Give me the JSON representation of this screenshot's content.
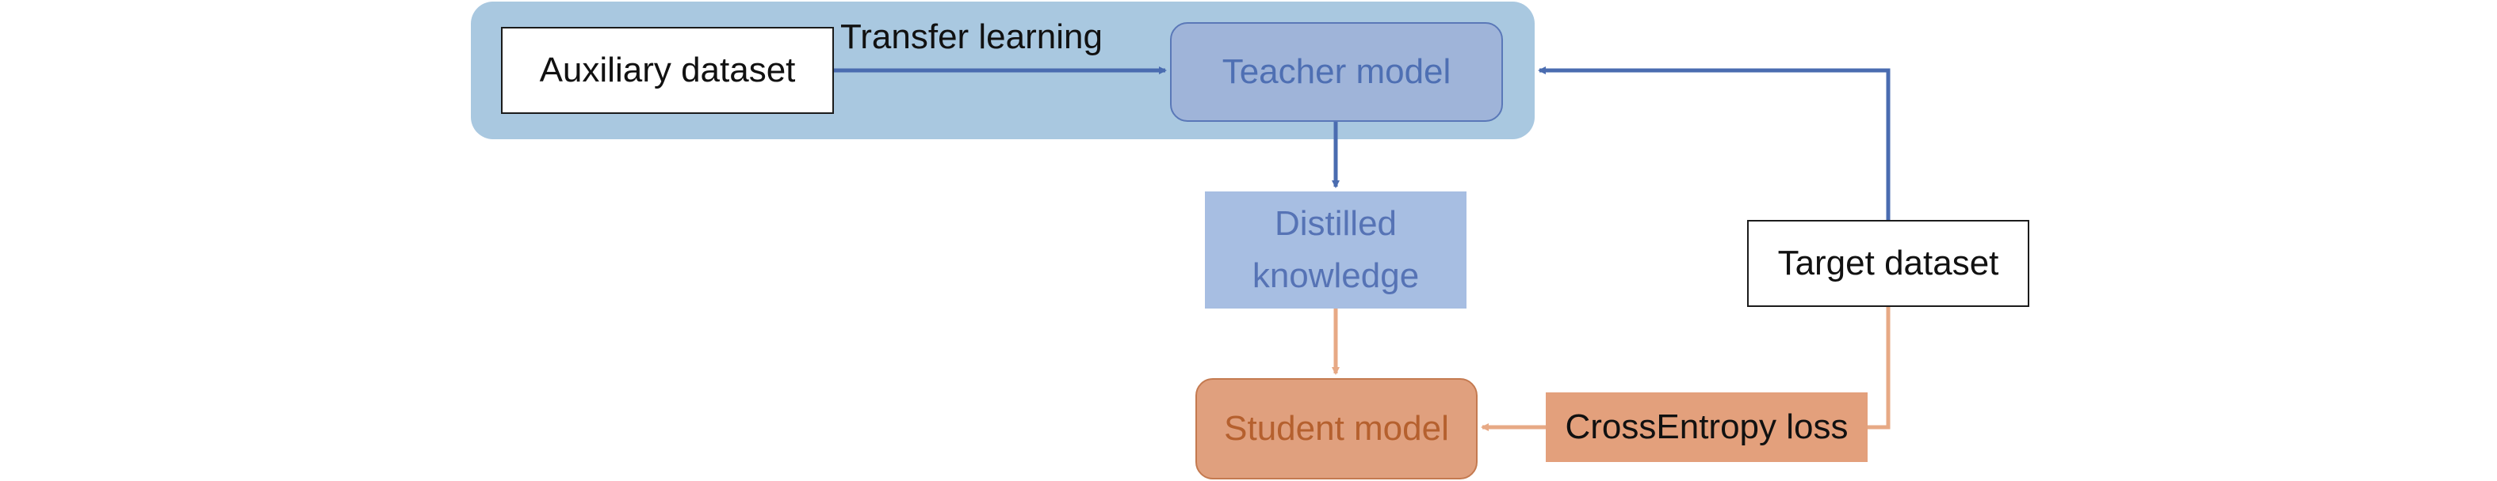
{
  "nodes": {
    "auxiliary_dataset": "Auxiliary dataset",
    "teacher_model": "Teacher model",
    "distilled_knowledge_line1": "Distilled",
    "distilled_knowledge_line2": "knowledge",
    "target_dataset": "Target dataset",
    "student_model": "Student model",
    "cross_entropy_loss": "CrossEntropy loss"
  },
  "edge_labels": {
    "transfer_learning": "Transfer learning"
  },
  "colors": {
    "panel": "#a9c8e0",
    "teacher_fill": "#9fb4d9",
    "distilled_fill": "#a7bee2",
    "student_fill": "#e0a07e",
    "loss_fill": "#e3a07c",
    "blue_arrow": "#4a6cb0",
    "orange_arrow": "#e7a985"
  }
}
